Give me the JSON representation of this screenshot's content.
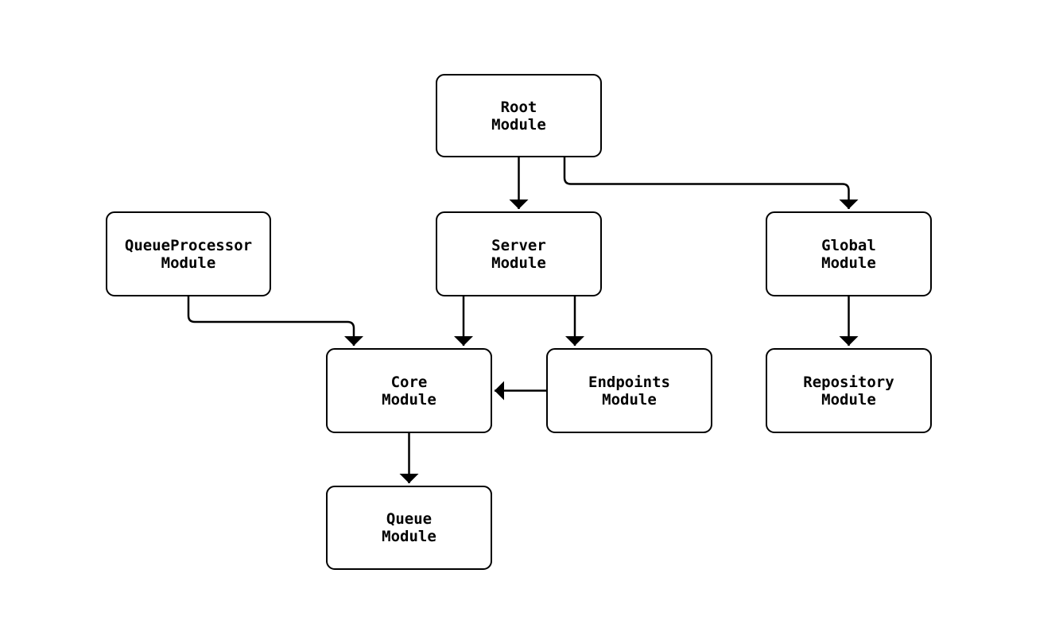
{
  "diagram": {
    "type": "module-dependency-flowchart",
    "background_color": "#ffffff",
    "node_fill_color": "#ffffff",
    "node_border_color": "#000000",
    "edge_color": "#000000",
    "text_color": "#000000",
    "nodes": [
      {
        "id": "root",
        "line1": "Root",
        "line2": "Module"
      },
      {
        "id": "queueprocessor",
        "line1": "QueueProcessor",
        "line2": "Module"
      },
      {
        "id": "server",
        "line1": "Server",
        "line2": "Module"
      },
      {
        "id": "global",
        "line1": "Global",
        "line2": "Module"
      },
      {
        "id": "core",
        "line1": "Core",
        "line2": "Module"
      },
      {
        "id": "endpoints",
        "line1": "Endpoints",
        "line2": "Module"
      },
      {
        "id": "repository",
        "line1": "Repository",
        "line2": "Module"
      },
      {
        "id": "queue",
        "line1": "Queue",
        "line2": "Module"
      }
    ],
    "edges": [
      {
        "from": "root",
        "to": "server"
      },
      {
        "from": "root",
        "to": "global"
      },
      {
        "from": "queueprocessor",
        "to": "core"
      },
      {
        "from": "server",
        "to": "core"
      },
      {
        "from": "server",
        "to": "endpoints"
      },
      {
        "from": "endpoints",
        "to": "core"
      },
      {
        "from": "core",
        "to": "queue"
      },
      {
        "from": "global",
        "to": "repository"
      }
    ]
  }
}
